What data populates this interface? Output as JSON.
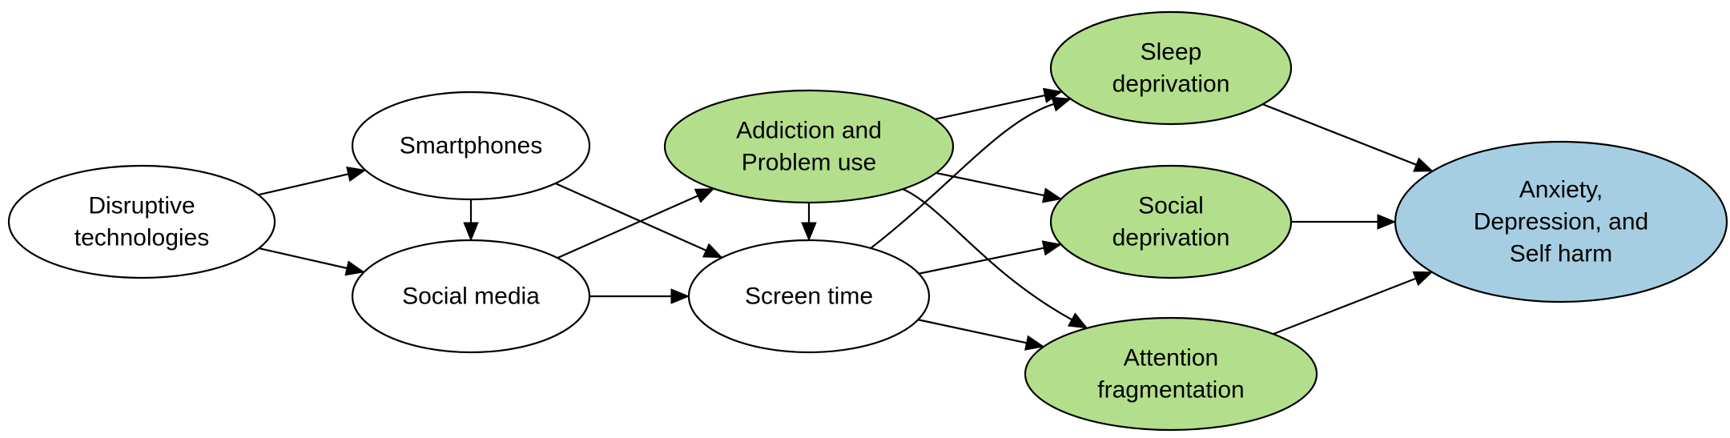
{
  "colors": {
    "plain": "#ffffff",
    "green": "#b3df8c",
    "blue": "#a6cee3",
    "stroke": "#000000"
  },
  "nodes": [
    {
      "id": "disruptive",
      "lines": [
        "Disruptive",
        "technologies"
      ],
      "fill": "plain"
    },
    {
      "id": "smartphones",
      "lines": [
        "Smartphones"
      ],
      "fill": "plain"
    },
    {
      "id": "socialmedia",
      "lines": [
        "Social media"
      ],
      "fill": "plain"
    },
    {
      "id": "addiction",
      "lines": [
        "Addiction and",
        "Problem use"
      ],
      "fill": "green"
    },
    {
      "id": "screentime",
      "lines": [
        "Screen time"
      ],
      "fill": "plain"
    },
    {
      "id": "sleep",
      "lines": [
        "Sleep",
        "deprivation"
      ],
      "fill": "green"
    },
    {
      "id": "socialdep",
      "lines": [
        "Social",
        "deprivation"
      ],
      "fill": "green"
    },
    {
      "id": "attention",
      "lines": [
        "Attention",
        "fragmentation"
      ],
      "fill": "green"
    },
    {
      "id": "anxiety",
      "lines": [
        "Anxiety,",
        "Depression, and",
        "Self harm"
      ],
      "fill": "blue"
    }
  ],
  "edges": [
    {
      "from": "disruptive",
      "to": "smartphones"
    },
    {
      "from": "disruptive",
      "to": "socialmedia"
    },
    {
      "from": "smartphones",
      "to": "socialmedia"
    },
    {
      "from": "smartphones",
      "to": "screentime"
    },
    {
      "from": "socialmedia",
      "to": "addiction"
    },
    {
      "from": "socialmedia",
      "to": "screentime"
    },
    {
      "from": "addiction",
      "to": "screentime"
    },
    {
      "from": "addiction",
      "to": "sleep"
    },
    {
      "from": "addiction",
      "to": "socialdep"
    },
    {
      "from": "addiction",
      "to": "attention"
    },
    {
      "from": "screentime",
      "to": "sleep"
    },
    {
      "from": "screentime",
      "to": "socialdep"
    },
    {
      "from": "screentime",
      "to": "attention"
    },
    {
      "from": "sleep",
      "to": "anxiety"
    },
    {
      "from": "socialdep",
      "to": "anxiety"
    },
    {
      "from": "attention",
      "to": "anxiety"
    }
  ]
}
